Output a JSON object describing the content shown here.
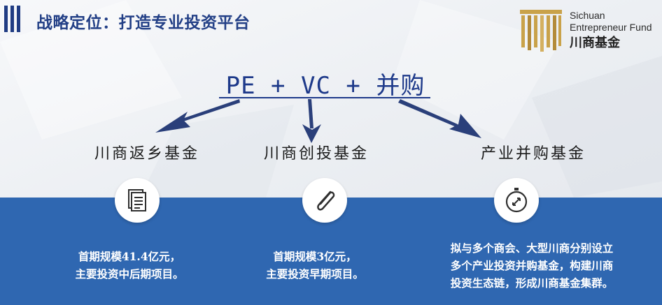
{
  "header": {
    "title": "战略定位：打造专业投资平台"
  },
  "logo": {
    "name_en_line1": "Sichuan",
    "name_en_line2": "Entrepreneur Fund",
    "name_cn": "川商基金"
  },
  "formula": {
    "text": "PE + VC + 并购"
  },
  "funds": [
    {
      "name": "川商返乡基金",
      "icon": "document-icon",
      "desc_lines": [
        "首期规模41.4亿元，",
        "主要投资中后期项目。"
      ]
    },
    {
      "name": "川商创投基金",
      "icon": "paperclip-icon",
      "desc_lines": [
        "首期规模3亿元，",
        "主要投资早期项目。"
      ]
    },
    {
      "name": "产业并购基金",
      "icon": "stopwatch-icon",
      "desc_lines": [
        "拟与多个商会、大型川商分别设立",
        "多个产业投资并购基金，构建川商",
        "投资生态链，形成川商基金集群。"
      ]
    }
  ],
  "colors": {
    "primary_navy": "#1e3a8a",
    "band_blue": "#2f67b1",
    "logo_gold": "#c9a24a"
  }
}
